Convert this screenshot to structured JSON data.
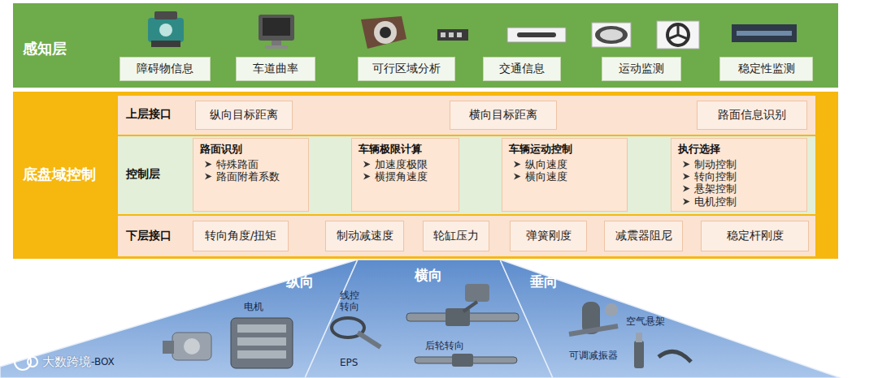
{
  "diagram": {
    "nodes": [
      {
        "text": [
          "感知层"
        ]
      },
      {
        "text": [
          "障碍物信息"
        ],
        "in": 0
      },
      {
        "text": [
          "车道曲率"
        ],
        "in": 0
      },
      {
        "text": [
          "可行区域分析"
        ],
        "in": 0
      },
      {
        "text": [
          "交通信息"
        ],
        "in": 0
      },
      {
        "text": [
          "运动监测"
        ],
        "in": 0
      },
      {
        "text": [
          "稳定性监测"
        ],
        "in": 0
      },
      {
        "text": [
          "底盘域控制"
        ]
      },
      {
        "text": [
          "上层接口"
        ],
        "in": 7
      },
      {
        "text": [
          "纵向目标距离"
        ],
        "in": 8
      },
      {
        "text": [
          "横向目标距离"
        ],
        "in": 8
      },
      {
        "text": [
          "路面信息识别"
        ],
        "in": 8
      },
      {
        "text": [
          "控制层"
        ],
        "in": 7
      },
      {
        "text": [
          "路面识别",
          "特殊路面",
          "路面附着系数"
        ],
        "in": 12
      },
      {
        "text": [
          "车辆极限计算",
          "加速度极限",
          "横摆角速度"
        ],
        "in": 12
      },
      {
        "text": [
          "车辆运动控制",
          "纵向速度",
          "横向速度"
        ],
        "in": 12
      },
      {
        "text": [
          "执行选择",
          "制动控制",
          "转向控制",
          "悬架控制",
          "电机控制"
        ],
        "in": 12
      },
      {
        "text": [
          "下层接口"
        ],
        "in": 7
      },
      {
        "text": [
          "转向角度/扭矩"
        ],
        "in": 17
      },
      {
        "text": [
          "制动减速度"
        ],
        "in": 17
      },
      {
        "text": [
          "轮缸压力"
        ],
        "in": 17
      },
      {
        "text": [
          "弹簧刚度"
        ],
        "in": 17
      },
      {
        "text": [
          "减震器阻尼"
        ],
        "in": 17
      },
      {
        "text": [
          "稳定杆刚度"
        ],
        "in": 17
      },
      {
        "text": [
          "纵向"
        ]
      },
      {
        "text": [
          "横向"
        ]
      },
      {
        "text": [
          "垂向"
        ]
      }
    ],
    "labels": [
      "电机",
      "-BOX",
      "线控转向",
      "EPS",
      "后轮转向",
      "空气悬架",
      "可调减振器",
      "大数跨境"
    ]
  }
}
